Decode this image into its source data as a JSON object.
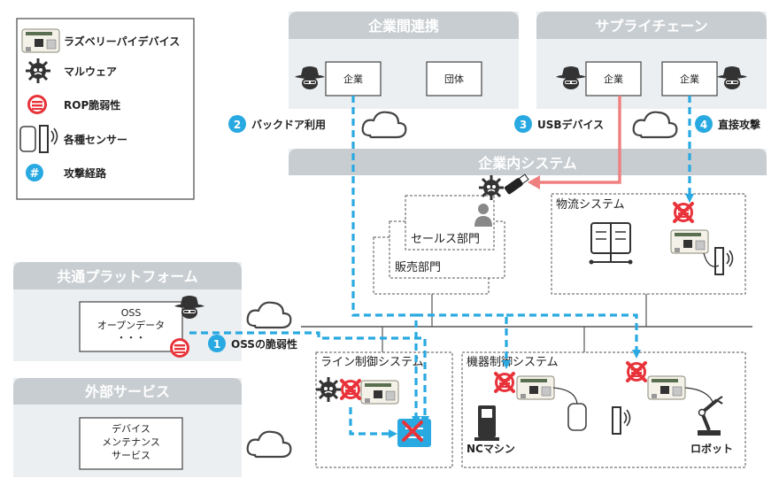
{
  "legend": {
    "items": [
      {
        "icon": "raspberry-pi-icon",
        "label": "ラズベリーパイデバイス"
      },
      {
        "icon": "malware-icon",
        "label": "マルウェア"
      },
      {
        "icon": "rop-vulnerability-icon",
        "label": "ROP脆弱性"
      },
      {
        "icon": "sensor-icon",
        "label": "各種センサー"
      },
      {
        "icon": "attack-path-icon",
        "label": "攻撃経路"
      }
    ],
    "hash_glyph": "#"
  },
  "colors": {
    "panel_header": "#c8cdd1",
    "panel_body": "#eceff1",
    "attack_path": "#29a9e1",
    "attack_path_usb": "#f08080",
    "vuln_red": "#e8333a"
  },
  "panels": {
    "inter_company": {
      "title": "企業間連携",
      "box1": "企業",
      "box2": "団体"
    },
    "supply_chain": {
      "title": "サプライチェーン",
      "box1": "企業",
      "box2": "企業"
    },
    "internal": {
      "title": "企業内システム"
    },
    "common_platform": {
      "title": "共通プラットフォーム",
      "box_line1": "OSS",
      "box_line2": "オープンデータ",
      "box_line3": "・・・"
    },
    "external": {
      "title": "外部サービス",
      "box_line1": "デバイス",
      "box_line2": "メンテナンス",
      "box_line3": "サービス"
    }
  },
  "attacks": [
    {
      "num": "1",
      "label": "OSSの脆弱性"
    },
    {
      "num": "2",
      "label": "バックドア利用"
    },
    {
      "num": "3",
      "label": "USBデバイス"
    },
    {
      "num": "4",
      "label": "直接攻撃"
    }
  ],
  "zones": {
    "sales": "セールス部門",
    "retail": "販売部門",
    "logistics": "物流システム",
    "line_control": "ライン制御システム",
    "equipment_control": "機器制御システム",
    "nc_machine": "NCマシン",
    "robot": "ロボット"
  }
}
